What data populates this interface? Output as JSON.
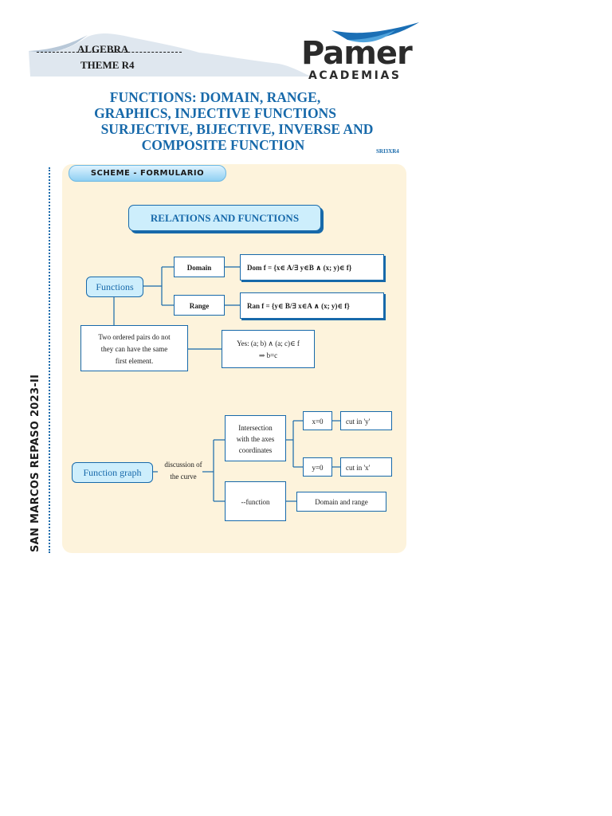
{
  "header": {
    "subject": "ALGEBRA",
    "theme": "THEME R4",
    "logo_name": "Pamer",
    "logo_sub": "ACADEMIAS",
    "title_lines": [
      "FUNCTIONS: DOMAIN, RANGE,",
      "GRAPHICS, INJECTIVE FUNCTIONS",
      "SURJECTIVE, BIJECTIVE, INVERSE AND",
      "COMPOSITE FUNCTION"
    ],
    "code": "SRI3XR4"
  },
  "side_label": "SAN MARCOS REPASO 2023-II",
  "scheme_tag": "SCHEME - FORMULARIO",
  "diagram": {
    "main_title": "RELATIONS AND FUNCTIONS",
    "functions": "Functions",
    "domain": "Domain",
    "range": "Range",
    "dom_def": "Dom f = {x∈ A/∃ y∈B ∧ (x; y)∈ f}",
    "ran_def": "Ran f = {y∈ B/∃ x∈A ∧ (x; y)∈ f}",
    "pairs_lines": [
      "Two ordered pairs do not",
      "they can have the same",
      "first element."
    ],
    "yes_lines": [
      "Yes: (a; b) ∧ (a; c)∈ f",
      "⇒ b=c"
    ],
    "function_graph": "Function graph",
    "discussion_lines": [
      "discussion of",
      "the curve"
    ],
    "intersection_lines": [
      "Intersection",
      "with the axes",
      "coordinates"
    ],
    "x0": "x=0",
    "y0": "y=0",
    "cut_y": "cut in 'y'",
    "cut_x": "cut in 'x'",
    "func": "--function",
    "domain_and_range": "Domain and range"
  },
  "colors": {
    "accent_blue": "#1769aa",
    "pill_fill": "#cdeefc",
    "panel_fill": "#fdf3dc"
  }
}
